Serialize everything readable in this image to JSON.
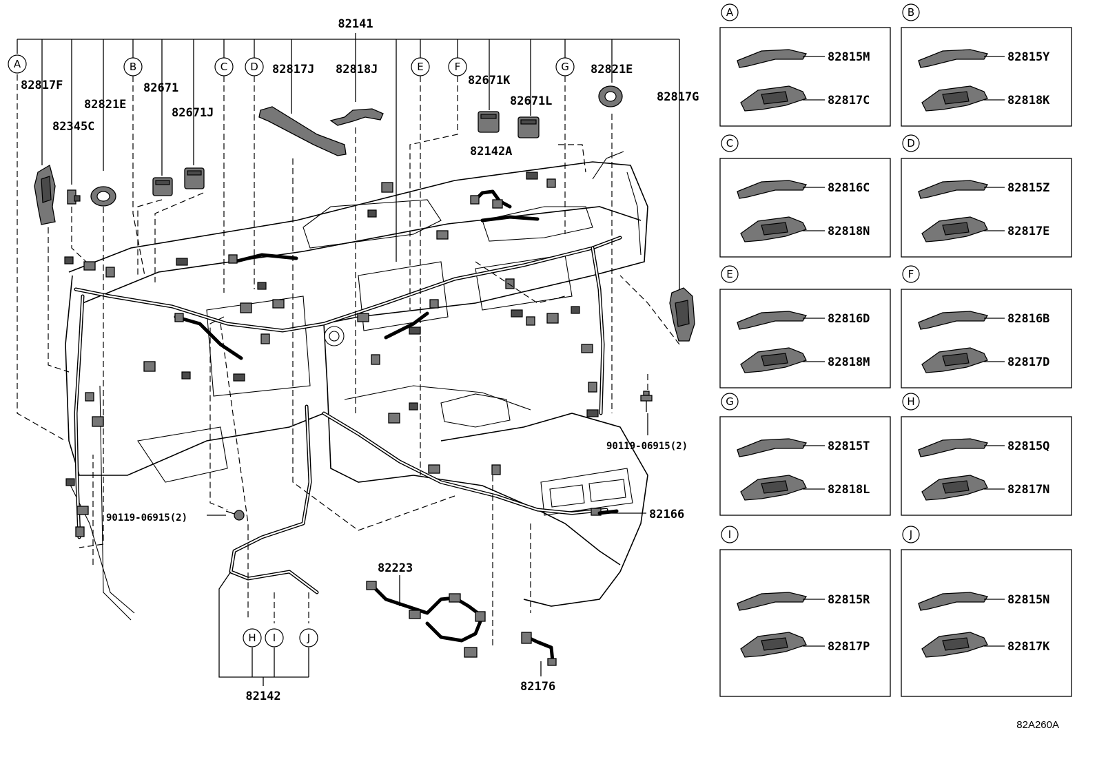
{
  "diagram_code": "82A260A",
  "top_part": "82141",
  "bottom_part": "82142",
  "main_labels": {
    "p82817F": "82817F",
    "p82821E_left": "82821E",
    "p82345C": "82345C",
    "p82671": "82671",
    "p82671J": "82671J",
    "p82817J": "82817J",
    "p82818J": "82818J",
    "p82671K": "82671K",
    "p82671L": "82671L",
    "p82142A": "82142A",
    "p82821E_right": "82821E",
    "p82817G": "82817G",
    "bolt_right": "90119-06915(2)",
    "bolt_left": "90119-06915(2)",
    "p82166": "82166",
    "p82223": "82223",
    "p82176": "82176"
  },
  "callouts": {
    "A": "A",
    "B": "B",
    "C": "C",
    "D": "D",
    "E": "E",
    "F": "F",
    "G": "G",
    "H": "H",
    "I": "I",
    "J": "J"
  },
  "panels": [
    {
      "letter": "A",
      "parts": [
        "82815M",
        "82817C"
      ]
    },
    {
      "letter": "B",
      "parts": [
        "82815Y",
        "82818K"
      ]
    },
    {
      "letter": "C",
      "parts": [
        "82816C",
        "82818N"
      ]
    },
    {
      "letter": "D",
      "parts": [
        "82815Z",
        "82817E"
      ]
    },
    {
      "letter": "E",
      "parts": [
        "82816D",
        "82818M"
      ]
    },
    {
      "letter": "F",
      "parts": [
        "82816B",
        "82817D"
      ]
    },
    {
      "letter": "G",
      "parts": [
        "82815T",
        "82818L"
      ]
    },
    {
      "letter": "H",
      "parts": [
        "82815Q",
        "82817N"
      ]
    },
    {
      "letter": "I",
      "parts": [
        "82815R",
        "82817P"
      ]
    },
    {
      "letter": "J",
      "parts": [
        "82815N",
        "82817K"
      ]
    }
  ]
}
